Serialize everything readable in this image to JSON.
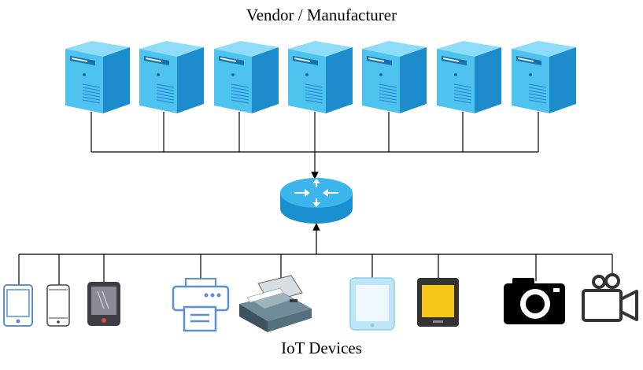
{
  "diagram": {
    "top_label": "Vendor / Manufacturer",
    "bottom_label": "IoT Devices",
    "servers": [
      {
        "name": "server-1"
      },
      {
        "name": "server-2"
      },
      {
        "name": "server-3"
      },
      {
        "name": "server-4"
      },
      {
        "name": "server-5"
      },
      {
        "name": "server-6"
      },
      {
        "name": "server-7"
      }
    ],
    "router": {
      "name": "router"
    },
    "devices": [
      {
        "name": "tablet-blue-icon"
      },
      {
        "name": "smartphone-icon"
      },
      {
        "name": "tablet-dark-icon"
      },
      {
        "name": "printer-icon"
      },
      {
        "name": "inkjet-printer-icon"
      },
      {
        "name": "tablet-light-icon"
      },
      {
        "name": "tablet-yellow-icon"
      },
      {
        "name": "camera-icon"
      },
      {
        "name": "video-camera-icon"
      }
    ],
    "colors": {
      "server_front": "#4fc3f0",
      "server_side": "#1c8ccc",
      "server_top": "#8fdcf8",
      "router_top": "#3cb4ec",
      "router_side": "#1a8fd0",
      "line": "#000000"
    }
  }
}
